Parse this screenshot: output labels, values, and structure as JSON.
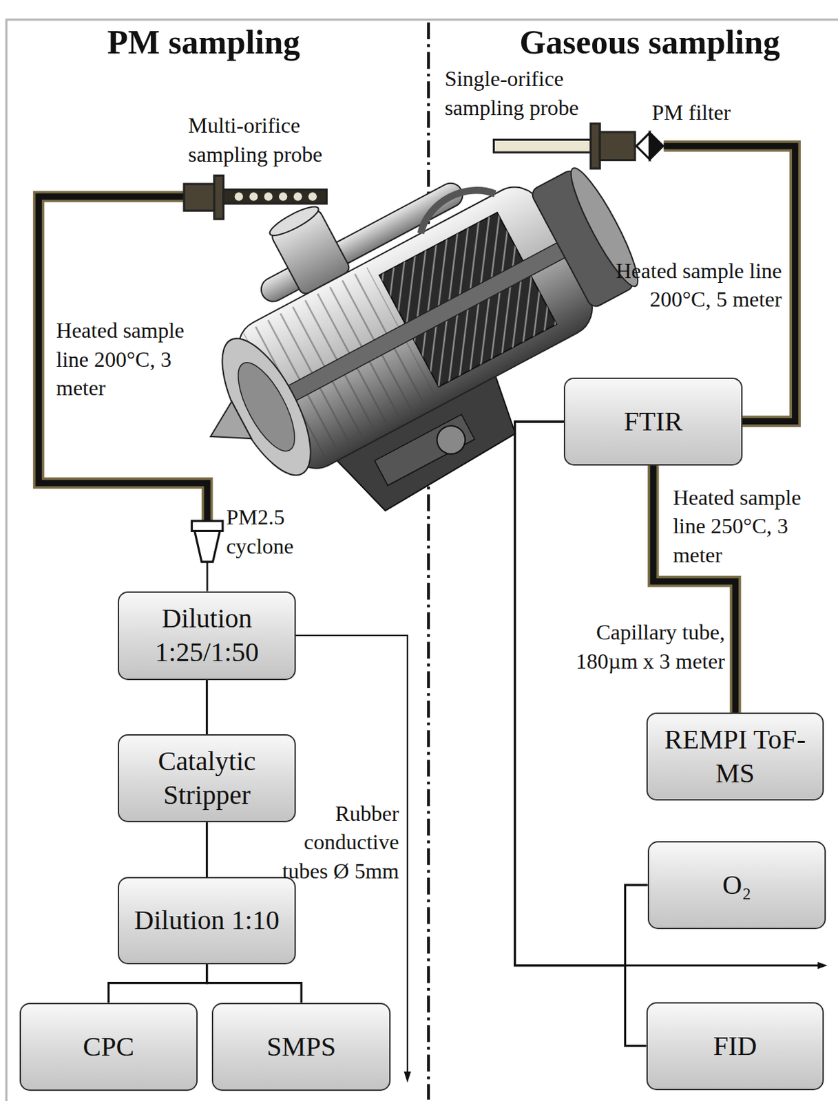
{
  "diagram": {
    "nodes": [
      {
        "text": [
          "Dilution 1:25/1:50"
        ]
      },
      {
        "text": [
          "Catalytic Stripper"
        ]
      },
      {
        "text": [
          "Dilution 1:10"
        ]
      },
      {
        "text": [
          "CPC"
        ]
      },
      {
        "text": [
          "SMPS"
        ]
      },
      {
        "text": [
          "FTIR"
        ]
      },
      {
        "text": [
          "REMPI ToF-MS"
        ]
      },
      {
        "text": [
          "O₂"
        ]
      },
      {
        "text": [
          "FID"
        ]
      }
    ],
    "edges": [
      {
        "from": 0,
        "to": 1,
        "arrow": "none"
      },
      {
        "from": 1,
        "to": 2,
        "arrow": "none"
      },
      {
        "from": 2,
        "to": 3,
        "arrow": "none"
      },
      {
        "from": 2,
        "to": 4,
        "arrow": "none"
      },
      {
        "from": 5,
        "to": 6,
        "arrow": "none"
      },
      {
        "from": 5,
        "to": 7,
        "arrow": "none"
      },
      {
        "from": 5,
        "to": 8,
        "arrow": "none"
      }
    ],
    "labels": [
      "PM sampling",
      "Gaseous sampling",
      "Single-orifice sampling probe",
      "PM filter",
      "Multi-orifice sampling probe",
      "Heated sample line 200°C, 3 meter",
      "PM2.5 cyclone",
      "Heated sample line 200°C, 5 meter",
      "Heated sample line 250°C, 3 meter",
      "Capillary tube, 180µm x 3 meter",
      "Rubber conductive tubes Ø 5mm"
    ]
  }
}
